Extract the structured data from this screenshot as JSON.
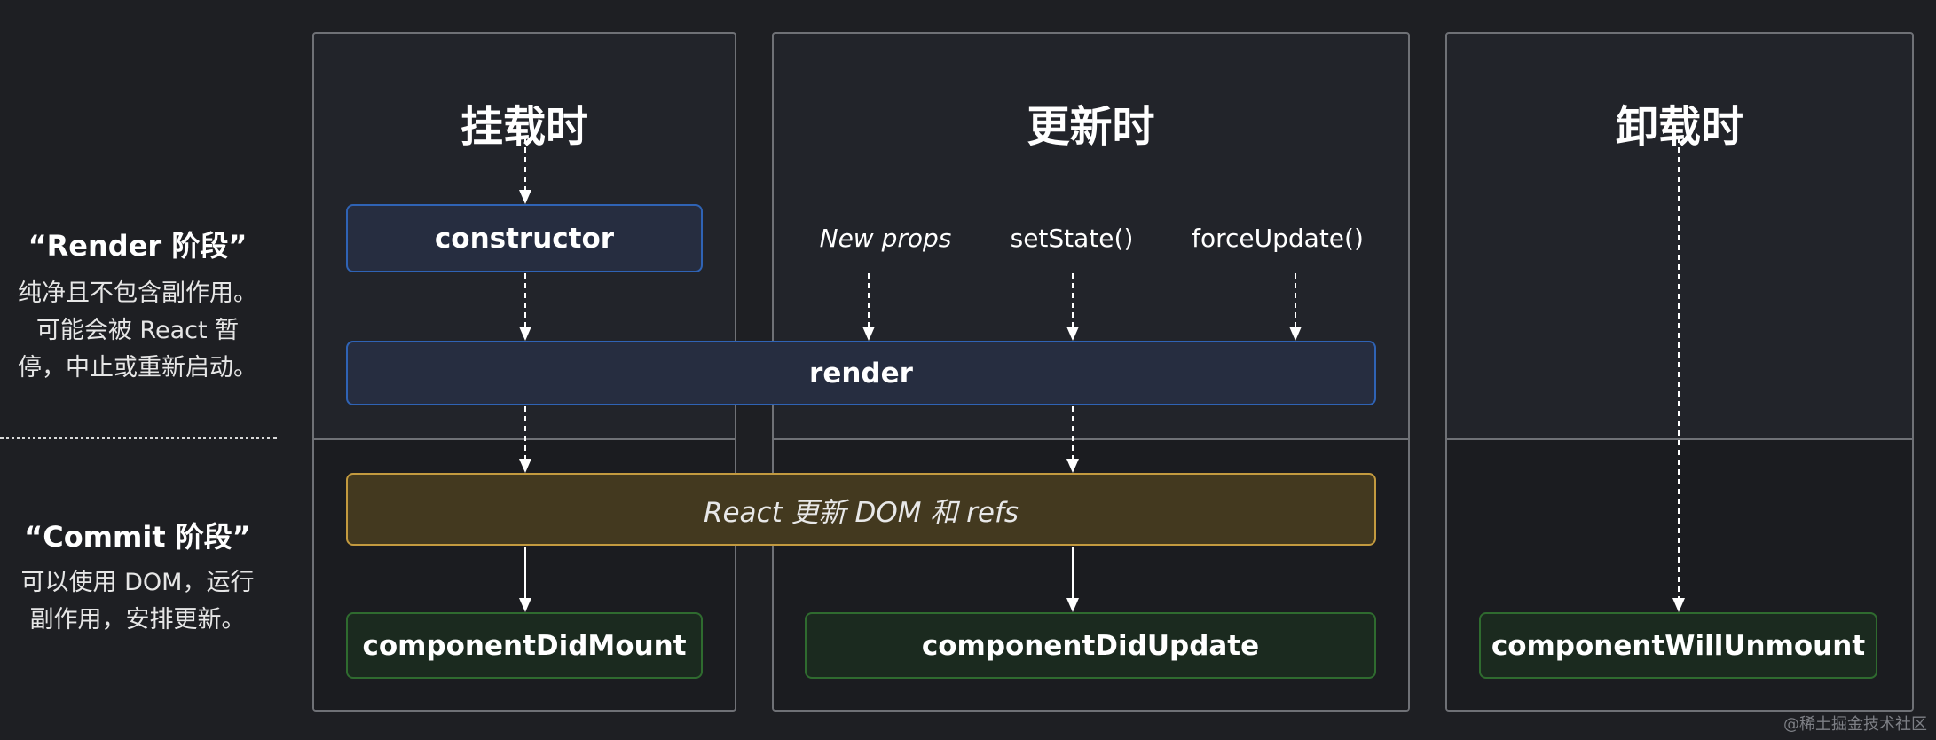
{
  "phases": {
    "mount": {
      "title": "挂载时"
    },
    "update": {
      "title": "更新时"
    },
    "unmount": {
      "title": "卸载时"
    }
  },
  "stages": {
    "render": {
      "heading": "“Render 阶段”",
      "description": "纯净且不包含副作用。\n可能会被 React 暂\n停，中止或重新启动。"
    },
    "commit": {
      "heading": "“Commit 阶段”",
      "description": "可以使用 DOM，运行\n副作用，安排更新。"
    }
  },
  "triggers": {
    "new_props": "New props",
    "set_state": "setState()",
    "force_update": "forceUpdate()"
  },
  "nodes": {
    "constructor": "constructor",
    "render": "render",
    "react_update_dom": "React 更新 DOM 和 refs",
    "component_did_mount": "componentDidMount",
    "component_did_update": "componentDidUpdate",
    "component_will_unmount": "componentWillUnmount"
  },
  "colors": {
    "background": "#1e1f23",
    "render_box_border": "#2f63b5",
    "commit_box_border": "#c39a3f",
    "lifecycle_box_border": "#2f6b2f"
  },
  "watermark": "@稀土掘金技术社区"
}
